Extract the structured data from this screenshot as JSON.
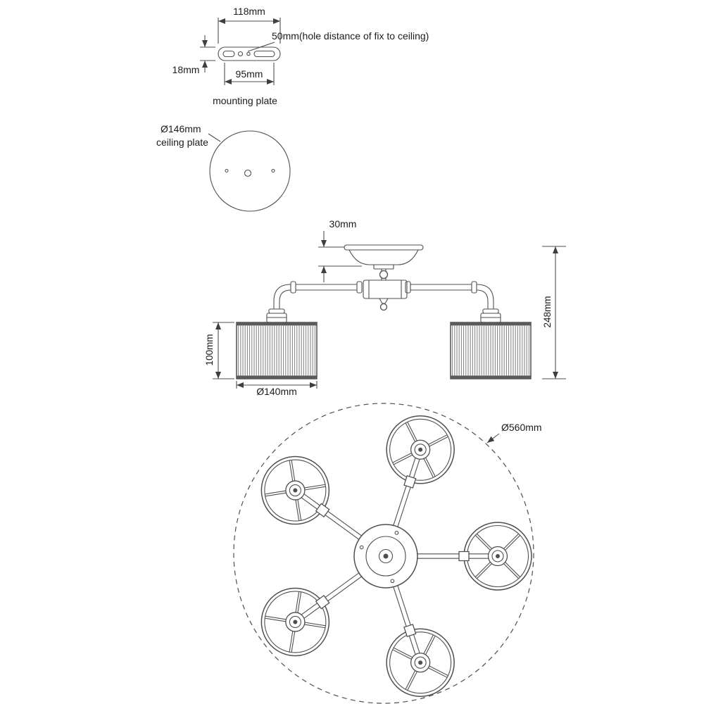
{
  "drawing": {
    "background": "#ffffff",
    "line_color": "#4f4f4f",
    "text_color": "#1c1c1c"
  },
  "mounting_plate": {
    "caption": "mounting plate",
    "dim_width": "118mm",
    "dim_hole_note": "50mm(hole distance of fix to ceiling)",
    "dim_thickness": "18mm",
    "dim_hole_spacing": "95mm"
  },
  "ceiling_plate": {
    "dim_diameter": "Ø146mm",
    "caption": "ceiling plate"
  },
  "side_view": {
    "dim_canopy_drop": "30mm",
    "dim_shade_height": "100mm",
    "dim_shade_diameter": "Ø140mm",
    "dim_total_height": "248mm"
  },
  "top_view": {
    "dim_overall_diameter": "Ø560mm"
  }
}
